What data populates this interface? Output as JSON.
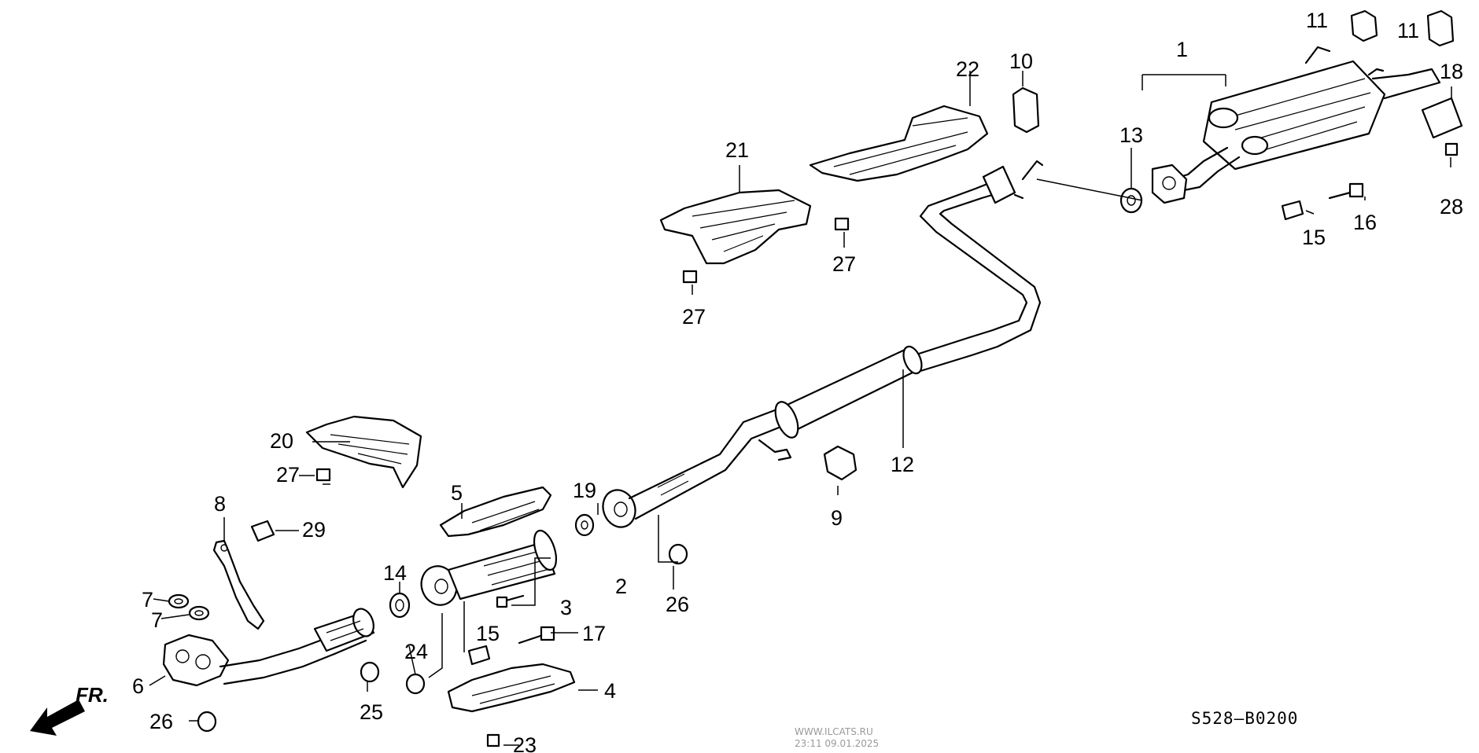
{
  "diagram": {
    "code": "S528–B0200",
    "watermark_site": "WWW.ILCATS.RU",
    "watermark_time": "23:11 09.01.2025",
    "direction_label": "FR."
  },
  "callouts": {
    "c1": "1",
    "c2": "2",
    "c3": "3",
    "c4": "4",
    "c5": "5",
    "c6": "6",
    "c7a": "7",
    "c7b": "7",
    "c8": "8",
    "c9": "9",
    "c10": "10",
    "c11a": "11",
    "c11b": "11",
    "c12": "12",
    "c13": "13",
    "c14": "14",
    "c15a": "15",
    "c15b": "15",
    "c16": "16",
    "c17": "17",
    "c18": "18",
    "c19": "19",
    "c20": "20",
    "c21": "21",
    "c22": "22",
    "c23": "23",
    "c24": "24",
    "c25": "25",
    "c26a": "26",
    "c26b": "26",
    "c27a": "27",
    "c27b": "27",
    "c27c": "27",
    "c28": "28",
    "c29": "29"
  }
}
